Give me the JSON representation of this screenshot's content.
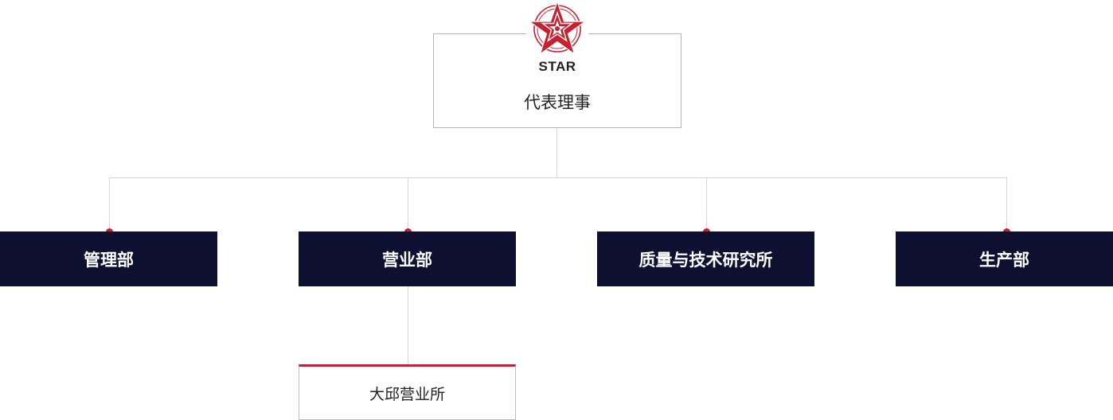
{
  "logo": {
    "text": "STAR",
    "icon": "star-emblem-icon",
    "color": "#c8202e"
  },
  "top": {
    "title": "代表理事"
  },
  "departments": [
    {
      "label": "管理部"
    },
    {
      "label": "营业部"
    },
    {
      "label": "质量与技术研究所"
    },
    {
      "label": "生产部"
    }
  ],
  "sub_offices": [
    {
      "label": "大邱营业所"
    }
  ],
  "colors": {
    "dept_bg": "#0d1030",
    "accent": "#c8202e",
    "connector": "#d4d4d4"
  }
}
